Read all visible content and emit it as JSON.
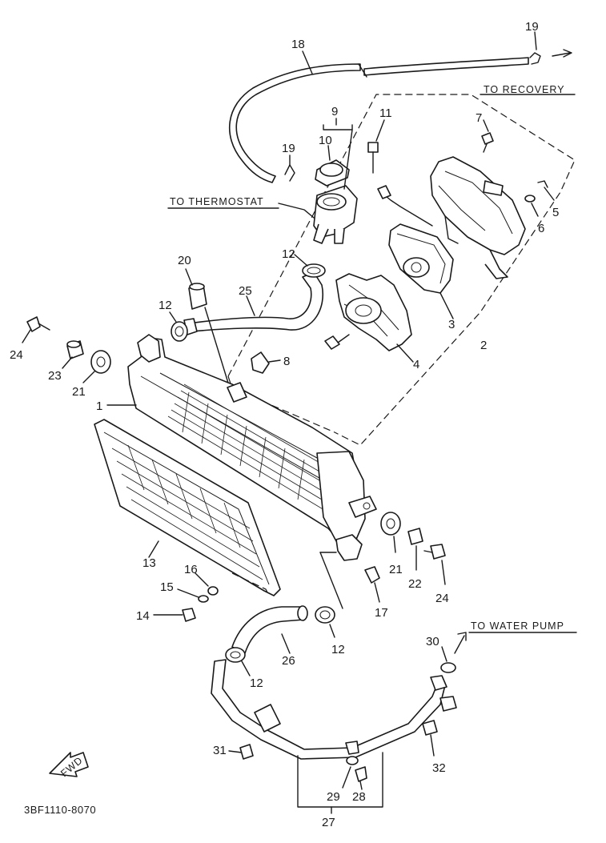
{
  "labels": {
    "cooling_hose_top": "18",
    "clip_top_right": "19",
    "clip_top_left": "19",
    "filler_neck": "9",
    "cap": "10",
    "bolt_11": "11",
    "bolt_7": "7",
    "bolt_5": "5",
    "washer_6": "6",
    "fan_motor_shroud": "2",
    "fan_motor": "3",
    "fan": "4",
    "hose_clamp_upper": "12",
    "bracket_8": "8",
    "bleed_bolt": "20",
    "hose_25": "25",
    "hose_clamp_left": "12",
    "bolt_24_left": "24",
    "collar_23": "23",
    "grommet_21_left": "21",
    "radiator": "1",
    "grill": "13",
    "washer_16": "16",
    "screw_15": "15",
    "bolt_14": "14",
    "grommet_21_right": "21",
    "collar_22": "22",
    "bolt_24_right": "24",
    "clamp_17": "17",
    "hose_clamp_lower": "12",
    "hose_26": "26",
    "hose_clamp_bottom": "12",
    "o_ring_30": "30",
    "bolt_31": "31",
    "bolt_32": "32",
    "washer_29": "29",
    "drain_28": "28",
    "pipe_27": "27"
  },
  "annotations": {
    "to_recovery": "TO RECOVERY",
    "to_thermostat": "TO THERMOSTAT",
    "to_water_pump": "TO WATER PUMP",
    "fwd": "FWD"
  },
  "diagram_code": "3BF1110-8070"
}
